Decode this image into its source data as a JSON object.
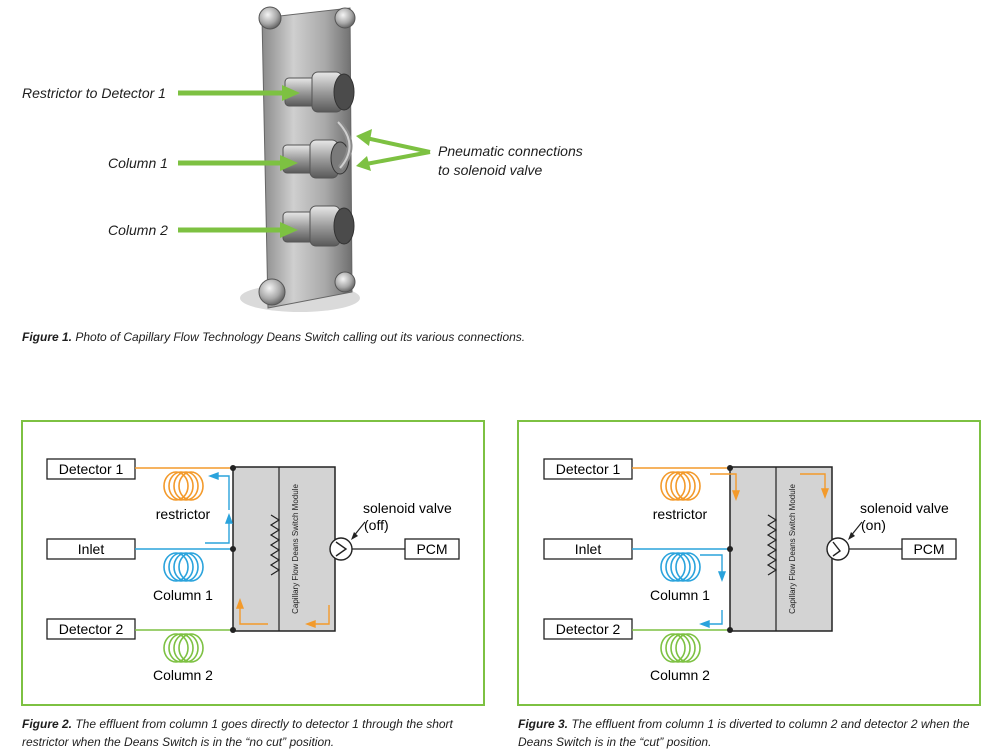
{
  "figure1": {
    "callouts": {
      "restrictor": "Restrictor to Detector 1",
      "column1": "Column 1",
      "column2": "Column 2",
      "pneumatic_line1": "Pneumatic connections",
      "pneumatic_line2": "to solenoid valve"
    },
    "caption_label": "Figure 1.",
    "caption_text": " Photo of Capillary Flow Technology Deans Switch calling out its various connections."
  },
  "figure2": {
    "detector1": "Detector 1",
    "inlet": "Inlet",
    "detector2": "Detector 2",
    "restrictor": "restrictor",
    "column1": "Column 1",
    "column2": "Column 2",
    "module": "Capillary Flow Deans Switch Module",
    "valve_line1": "solenoid valve",
    "valve_line2": "(off)",
    "pcm": "PCM",
    "caption_label": "Figure 2.",
    "caption_text": " The effluent from column 1 goes directly to detector 1 through the short restrictor when the Deans Switch is in the “no cut” position."
  },
  "figure3": {
    "detector1": "Detector 1",
    "inlet": "Inlet",
    "detector2": "Detector 2",
    "restrictor": "restrictor",
    "column1": "Column 1",
    "column2": "Column 2",
    "module": "Capillary Flow Deans Switch Module",
    "valve_line1": "solenoid valve",
    "valve_line2": "(on)",
    "pcm": "PCM",
    "caption_label": "Figure 3.",
    "caption_text": " The effluent from column 1 is diverted to column 2 and detector 2 when the Deans Switch is in the “cut” position."
  },
  "colors": {
    "green": "#7dc142",
    "orange": "#f39a2b",
    "blue": "#2aa3dc",
    "frame_green": "#7dc142",
    "module_gray": "#d3d3d3"
  }
}
